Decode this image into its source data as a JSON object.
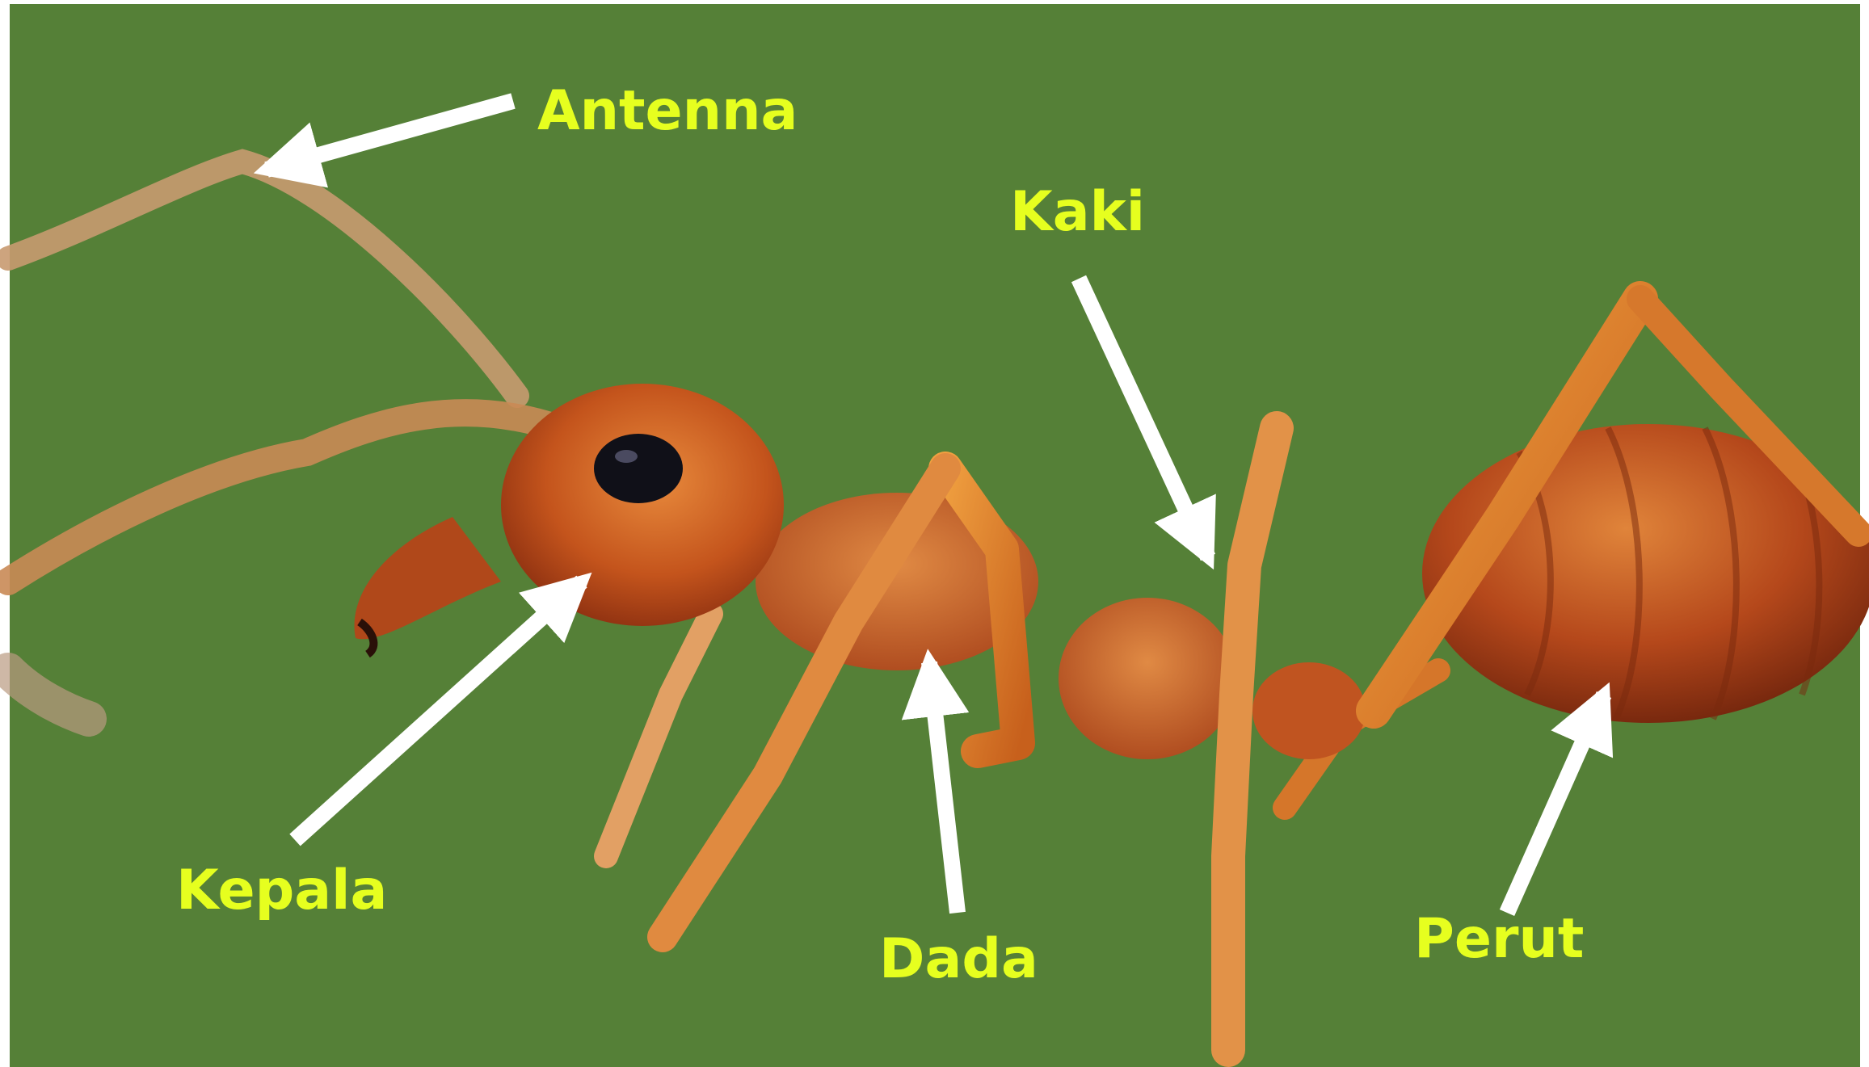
{
  "diagram": {
    "colors": {
      "background": "#558037",
      "label": "#e6ff1f",
      "arrow": "#ffffff",
      "ant_body": "#c0501c",
      "ant_leg": "#d9781e",
      "eye": "#101018"
    },
    "labels": {
      "antenna": "Antenna",
      "kaki": "Kaki",
      "kepala": "Kepala",
      "dada": "Dada",
      "perut": "Perut"
    }
  }
}
